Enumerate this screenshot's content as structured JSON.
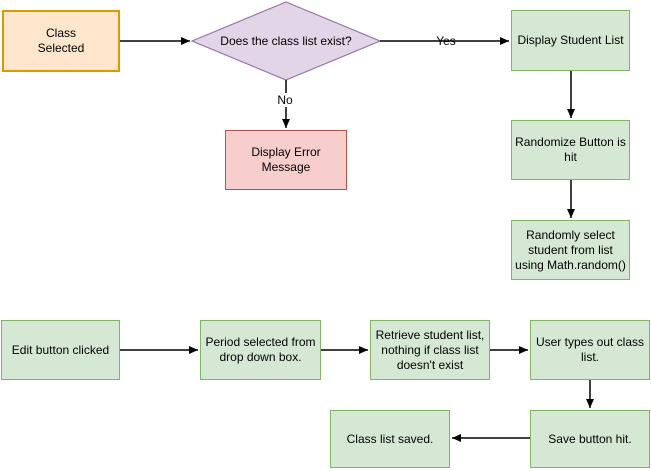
{
  "diagram": {
    "background": "#ffffff",
    "text_color": "#000000",
    "connector_color": "#000000",
    "palette": {
      "orange_fill": "#FFE6CC",
      "orange_stroke": "#D79B00",
      "purple_fill": "#E1D5E7",
      "purple_stroke": "#9673A6",
      "red_fill": "#F8CECC",
      "red_stroke": "#B85450",
      "green_fill": "#D5E8D4",
      "green_stroke": "#82B366"
    },
    "nodes": {
      "class_selected": {
        "label": "Class\nSelected",
        "shape": "rectangle",
        "fill": "#FFE6CC",
        "stroke": "#D79B00"
      },
      "decision": {
        "label": "Does the class list exist?",
        "shape": "diamond",
        "fill": "#E1D5E7",
        "stroke": "#9673A6"
      },
      "display_student_list": {
        "label": "Display Student List",
        "shape": "rectangle",
        "fill": "#D5E8D4",
        "stroke": "#82B366"
      },
      "display_error": {
        "label": "Display Error\nMessage",
        "shape": "rectangle",
        "fill": "#F8CECC",
        "stroke": "#B85450"
      },
      "randomize_button": {
        "label": "Randomize Button is\nhit",
        "shape": "rectangle",
        "fill": "#D5E8D4",
        "stroke": "#82B366"
      },
      "randomly_select": {
        "label": "Randomly select\nstudent from list\nusing Math.random()",
        "shape": "rectangle",
        "fill": "#D5E8D4",
        "stroke": "#82B366"
      },
      "edit_button": {
        "label": "Edit button clicked",
        "shape": "rectangle",
        "fill": "#D5E8D4",
        "stroke": "#82B366"
      },
      "period_selected": {
        "label": "Period selected from\ndrop down box.",
        "shape": "rectangle",
        "fill": "#D5E8D4",
        "stroke": "#82B366"
      },
      "retrieve_list": {
        "label": "Retrieve student list,\nnothing if class list\ndoesn't exist",
        "shape": "rectangle",
        "fill": "#D5E8D4",
        "stroke": "#82B366"
      },
      "user_types": {
        "label": "User types out class\nlist.",
        "shape": "rectangle",
        "fill": "#D5E8D4",
        "stroke": "#82B366"
      },
      "save_button": {
        "label": "Save button hit.",
        "shape": "rectangle",
        "fill": "#D5E8D4",
        "stroke": "#82B366"
      },
      "class_saved": {
        "label": "Class list saved.",
        "shape": "rectangle",
        "fill": "#D5E8D4",
        "stroke": "#82B366"
      }
    },
    "edges": [
      {
        "from": "class_selected",
        "to": "decision",
        "label": ""
      },
      {
        "from": "decision",
        "to": "display_student_list",
        "label": "Yes"
      },
      {
        "from": "decision",
        "to": "display_error",
        "label": "No"
      },
      {
        "from": "display_student_list",
        "to": "randomize_button",
        "label": ""
      },
      {
        "from": "randomize_button",
        "to": "randomly_select",
        "label": ""
      },
      {
        "from": "edit_button",
        "to": "period_selected",
        "label": ""
      },
      {
        "from": "period_selected",
        "to": "retrieve_list",
        "label": ""
      },
      {
        "from": "retrieve_list",
        "to": "user_types",
        "label": ""
      },
      {
        "from": "user_types",
        "to": "save_button",
        "label": ""
      },
      {
        "from": "save_button",
        "to": "class_saved",
        "label": ""
      }
    ]
  }
}
